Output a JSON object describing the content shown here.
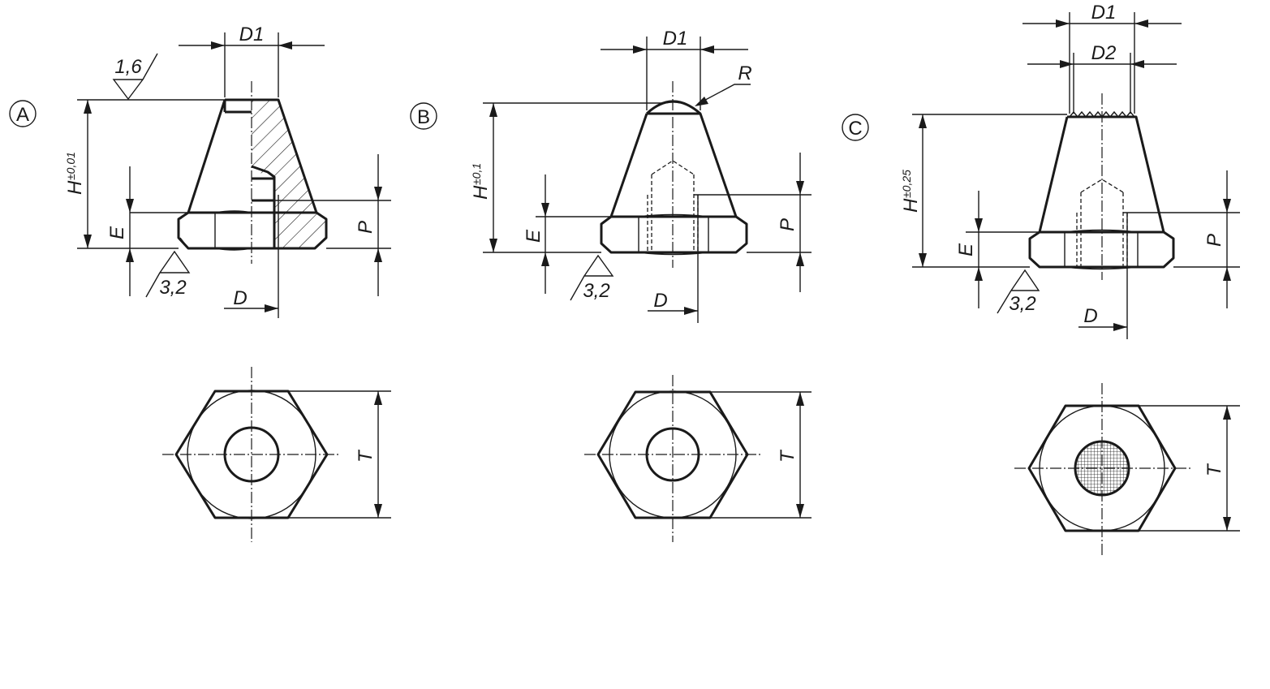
{
  "variants": [
    {
      "marker": "A",
      "labels": {
        "D1": "D1",
        "H": "H",
        "H_tol": "±0,01",
        "E": "E",
        "P": "P",
        "D": "D",
        "T": "T"
      },
      "surface_top": "1,6",
      "surface_bottom": "3,2"
    },
    {
      "marker": "B",
      "labels": {
        "D1": "D1",
        "R": "R",
        "H": "H",
        "H_tol": "±0,1",
        "E": "E",
        "P": "P",
        "D": "D",
        "T": "T"
      },
      "surface_bottom": "3,2"
    },
    {
      "marker": "C",
      "labels": {
        "D1": "D1",
        "D2": "D2",
        "H": "H",
        "H_tol": "±0,25",
        "E": "E",
        "P": "P",
        "D": "D",
        "T": "T"
      },
      "surface_bottom": "3,2"
    }
  ]
}
